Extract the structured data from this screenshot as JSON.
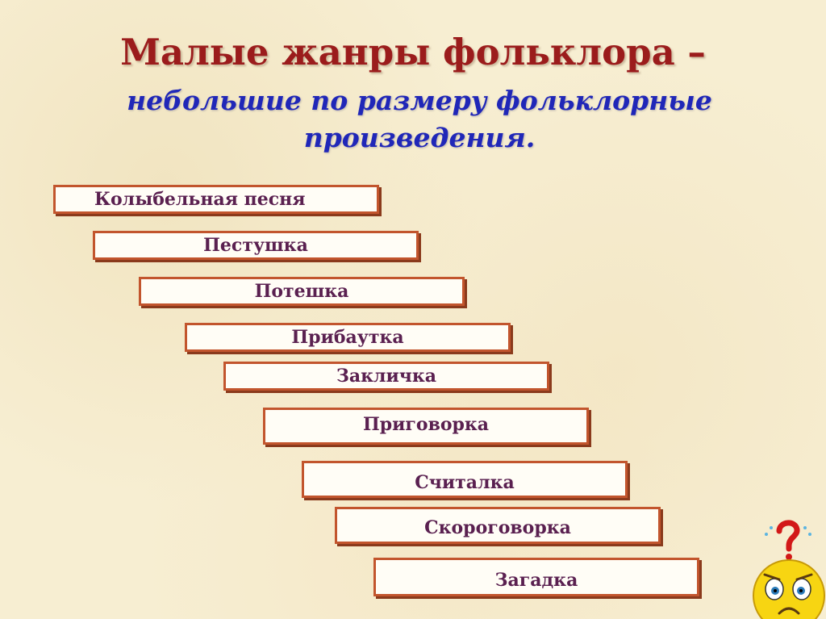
{
  "title": "Малые жанры фольклора –",
  "subtitle": "небольшие по размеру фольклорные произведения.",
  "genres": [
    "Колыбельная песня",
    "Пестушка",
    "Потешка",
    "Прибаутка",
    "Закличка",
    "Приговорка",
    "Считалка",
    "Скороговорка",
    "Загадка"
  ],
  "icons": {
    "smiley": "confused-smiley-icon",
    "question": "question-mark-icon"
  },
  "colors": {
    "title": "#9b1c1c",
    "subtitle": "#2027b8",
    "genre_text": "#5a2050",
    "box_border": "#c2552d"
  }
}
